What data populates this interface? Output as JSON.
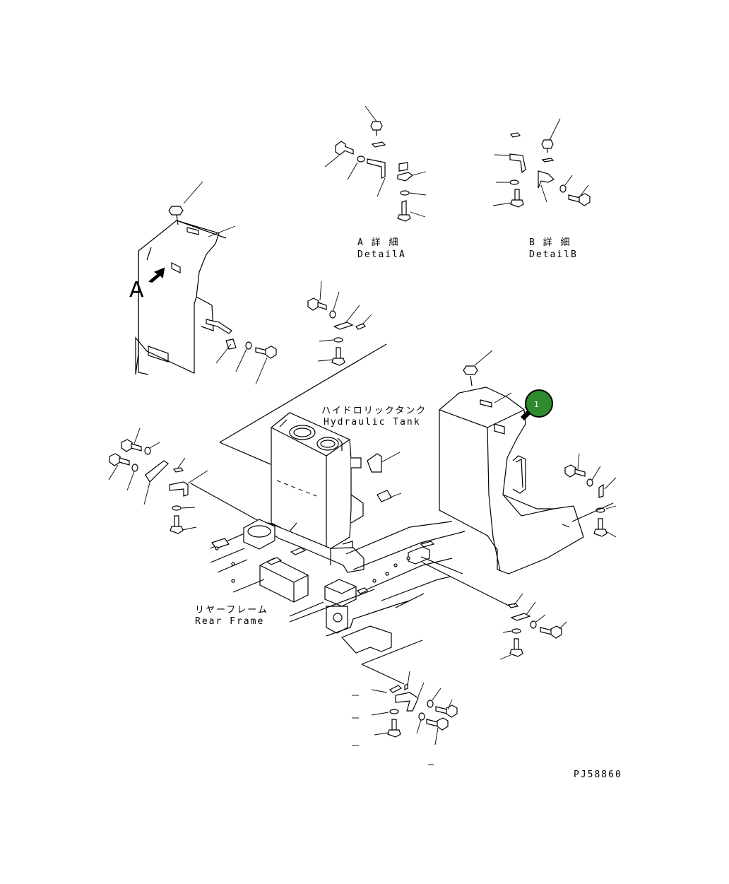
{
  "detail_a": {
    "jp": "A 詳 細",
    "en": "DetailA"
  },
  "detail_b": {
    "jp": "B 詳 細",
    "en": "DetailB"
  },
  "view_marker": "A",
  "hydraulic_tank": {
    "jp": "ハイドロリックタンク",
    "en": "Hydraulic Tank"
  },
  "rear_frame": {
    "jp": "リヤーフレーム",
    "en": "Rear Frame"
  },
  "callout": {
    "number": "1",
    "color": "#2e8b2e"
  },
  "drawing_number": "PJ58860",
  "colors": {
    "ink": "#000000",
    "paper": "#ffffff"
  }
}
